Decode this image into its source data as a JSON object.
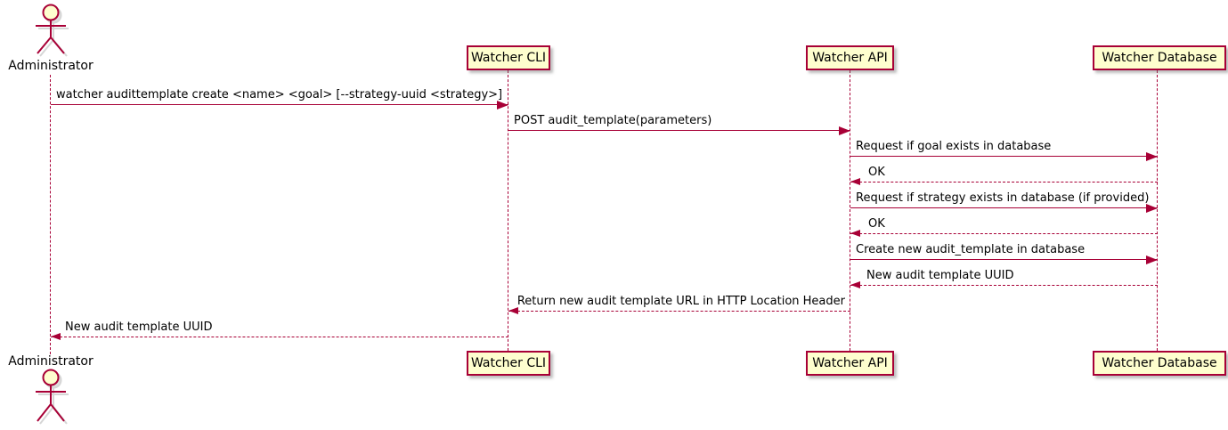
{
  "diagram": {
    "kind": "uml-sequence-diagram",
    "colors": {
      "accent": "#A80036",
      "participant_fill": "#FEFECE",
      "text": "#000000",
      "background": "#FFFFFF"
    }
  },
  "participants": [
    {
      "id": "administrator",
      "label": "Administrator",
      "kind": "actor"
    },
    {
      "id": "watcher-cli",
      "label": "Watcher CLI",
      "kind": "participant"
    },
    {
      "id": "watcher-api",
      "label": "Watcher API",
      "kind": "participant"
    },
    {
      "id": "watcher-database",
      "label": "Watcher Database",
      "kind": "participant"
    }
  ],
  "messages": [
    {
      "from": "Administrator",
      "to": "Watcher CLI",
      "style": "solid",
      "label": "watcher audittemplate create <name> <goal> [--strategy-uuid <strategy>]"
    },
    {
      "from": "Watcher CLI",
      "to": "Watcher API",
      "style": "solid",
      "label": "POST audit_template(parameters)"
    },
    {
      "from": "Watcher API",
      "to": "Watcher Database",
      "style": "solid",
      "label": "Request if goal exists in database"
    },
    {
      "from": "Watcher Database",
      "to": "Watcher API",
      "style": "dashed",
      "label": "OK"
    },
    {
      "from": "Watcher API",
      "to": "Watcher Database",
      "style": "solid",
      "label": "Request if strategy exists in database (if provided)"
    },
    {
      "from": "Watcher Database",
      "to": "Watcher API",
      "style": "dashed",
      "label": "OK"
    },
    {
      "from": "Watcher API",
      "to": "Watcher Database",
      "style": "solid",
      "label": "Create new audit_template in database"
    },
    {
      "from": "Watcher Database",
      "to": "Watcher API",
      "style": "dashed",
      "label": "New audit template UUID"
    },
    {
      "from": "Watcher API",
      "to": "Watcher CLI",
      "style": "dashed",
      "label": "Return new audit template URL in HTTP Location Header"
    },
    {
      "from": "Watcher CLI",
      "to": "Administrator",
      "style": "dashed",
      "label": "New audit template UUID"
    }
  ]
}
